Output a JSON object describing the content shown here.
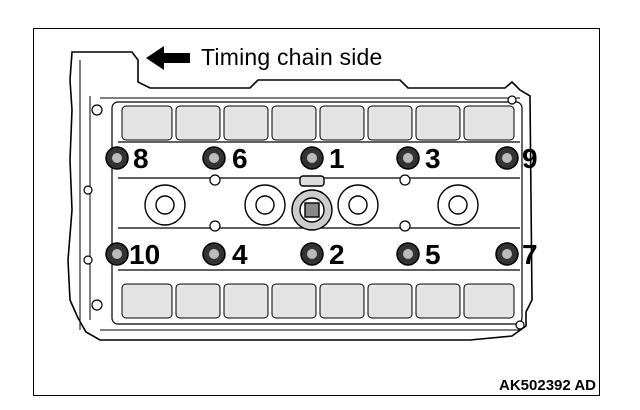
{
  "header": {
    "direction_caption": "Timing chain side"
  },
  "footer": {
    "figure_code": "AK502392 AD"
  },
  "bolts": [
    {
      "label": "8"
    },
    {
      "label": "6"
    },
    {
      "label": "1"
    },
    {
      "label": "3"
    },
    {
      "label": "9"
    },
    {
      "label": "10"
    },
    {
      "label": "4"
    },
    {
      "label": "2"
    },
    {
      "label": "5"
    },
    {
      "label": "7"
    }
  ],
  "colors": {
    "line": "#000000",
    "background": "#ffffff",
    "shading": "#d8d8d8"
  },
  "icons": {
    "direction": "left-arrow-icon",
    "bolt": "bolt-head-icon"
  }
}
